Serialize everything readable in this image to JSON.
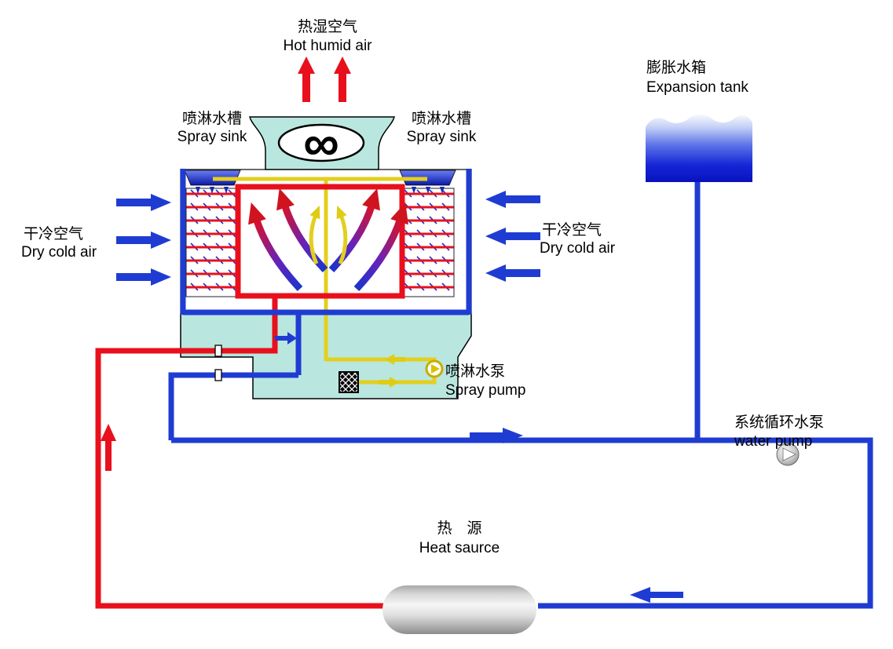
{
  "diagram": {
    "labels": {
      "hot_humid_air": {
        "zh": "热湿空气",
        "en": "Hot humid air"
      },
      "spray_sink_left": {
        "zh": "喷淋水槽",
        "en": "Spray sink"
      },
      "spray_sink_right": {
        "zh": "喷淋水槽",
        "en": "Spray sink"
      },
      "dry_cold_air_left": {
        "zh": "干冷空气",
        "en": "Dry cold air"
      },
      "dry_cold_air_right": {
        "zh": "干冷空气",
        "en": "Dry cold air"
      },
      "expansion_tank": {
        "zh": "膨胀水箱",
        "en": "Expansion tank"
      },
      "spray_pump": {
        "zh": "喷淋水泵",
        "en": "Spray pump"
      },
      "system_water_pump": {
        "zh": "系统循环水泵",
        "en": "water pump"
      },
      "heat_source": {
        "zh": "热　源",
        "en": "Heat saurce"
      }
    },
    "icons": {
      "fan_blades": "∞"
    },
    "colors": {
      "hot_pipe": "#e8101c",
      "cold_pipe": "#1f3cd2",
      "spray_pipe": "#e3cf1d",
      "tower_shell": "#b9e7df",
      "expansion_tank_blue": "#0712bd",
      "heat_source_gray": "#8c8c8c",
      "air_arrow_blue": "#1f3cd2",
      "hot_air_arrow_red": "#e8101c"
    }
  }
}
